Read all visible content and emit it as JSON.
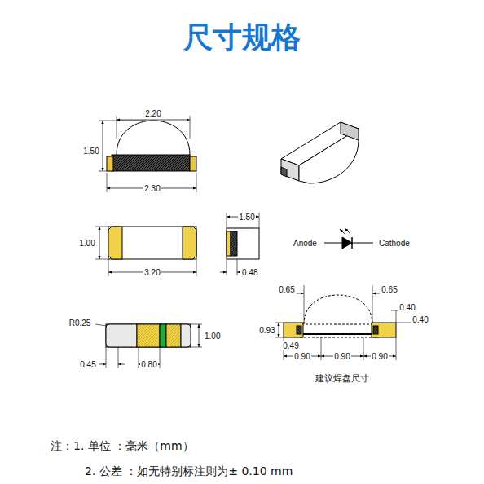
{
  "diagram": {
    "title": "尺寸规格",
    "labels": [
      "2.20",
      "1.50",
      "2.30",
      "1.00",
      "3.20",
      "1.50",
      "0.48",
      "Anode",
      "Cathode",
      "R0.25",
      "1.00",
      "0.45",
      "0.80",
      "0.65",
      "0.65",
      "0.40",
      "0.40",
      "0.93",
      "0.49",
      "0.90",
      "0.90",
      "0.90",
      "建议焊盘尺寸",
      "注：1. 单位 ：毫米（mm）",
      "2. 公差 ：如无特别标注则为± 0.10 mm"
    ]
  }
}
